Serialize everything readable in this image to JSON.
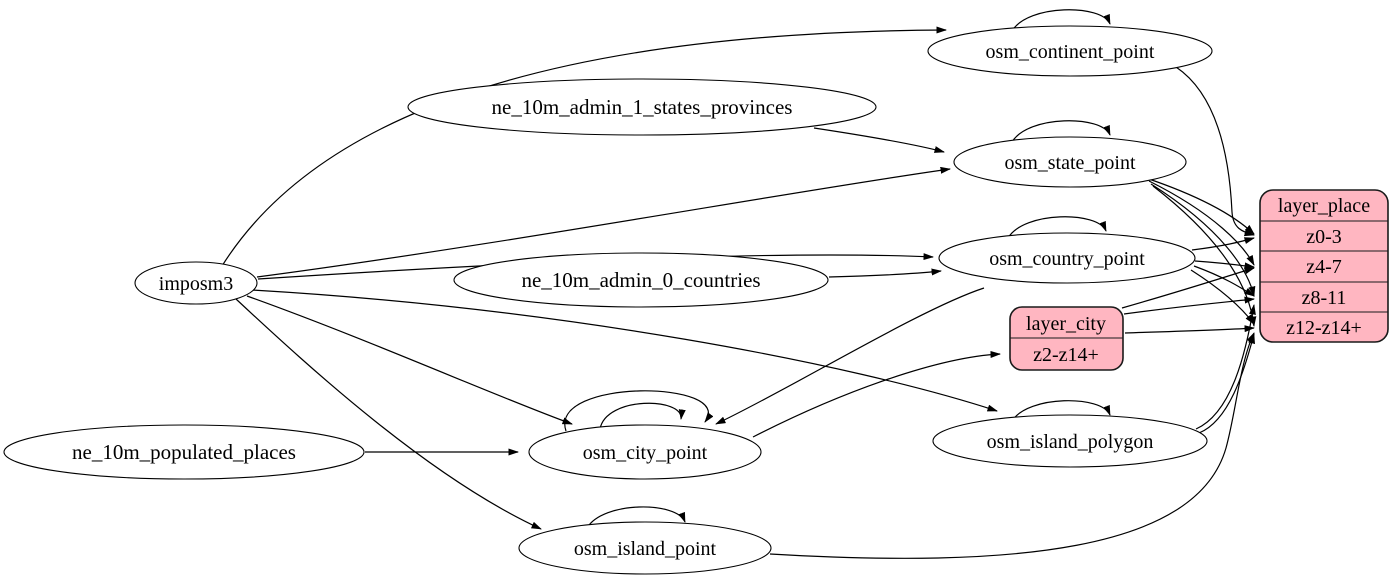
{
  "colors": {
    "record_fill": "#ffb6c1",
    "node_fill": "#ffffff",
    "stroke": "#000000"
  },
  "nodes": {
    "imposm3": "imposm3",
    "ne_10m_admin_1_states_provinces": "ne_10m_admin_1_states_provinces",
    "ne_10m_admin_0_countries": "ne_10m_admin_0_countries",
    "ne_10m_populated_places": "ne_10m_populated_places",
    "osm_continent_point": "osm_continent_point",
    "osm_state_point": "osm_state_point",
    "osm_country_point": "osm_country_point",
    "osm_city_point": "osm_city_point",
    "osm_island_polygon": "osm_island_polygon",
    "osm_island_point": "osm_island_point"
  },
  "records": {
    "layer_city": {
      "title": "layer_city",
      "rows": [
        "z2-z14+"
      ]
    },
    "layer_place": {
      "title": "layer_place",
      "rows": [
        "z0-3",
        "z4-7",
        "z8-11",
        "z12-z14+"
      ]
    }
  },
  "edges": [
    {
      "from": "imposm3",
      "to": "osm_continent_point"
    },
    {
      "from": "imposm3",
      "to": "osm_state_point"
    },
    {
      "from": "imposm3",
      "to": "osm_country_point"
    },
    {
      "from": "imposm3",
      "to": "osm_city_point"
    },
    {
      "from": "imposm3",
      "to": "osm_island_polygon"
    },
    {
      "from": "imposm3",
      "to": "osm_island_point"
    },
    {
      "from": "ne_10m_admin_1_states_provinces",
      "to": "osm_state_point"
    },
    {
      "from": "ne_10m_admin_0_countries",
      "to": "osm_country_point"
    },
    {
      "from": "ne_10m_populated_places",
      "to": "osm_city_point"
    },
    {
      "from": "osm_continent_point",
      "to": "osm_continent_point"
    },
    {
      "from": "osm_state_point",
      "to": "osm_state_point"
    },
    {
      "from": "osm_country_point",
      "to": "osm_country_point"
    },
    {
      "from": "osm_city_point",
      "to": "osm_city_point"
    },
    {
      "from": "osm_city_point",
      "to": "osm_city_point"
    },
    {
      "from": "osm_island_polygon",
      "to": "osm_island_polygon"
    },
    {
      "from": "osm_island_point",
      "to": "osm_island_point"
    },
    {
      "from": "osm_country_point",
      "to": "osm_city_point"
    },
    {
      "from": "osm_city_point",
      "to": "layer_city.z2-z14+"
    },
    {
      "from": "layer_city",
      "to": "layer_place.z4-7"
    },
    {
      "from": "layer_city",
      "to": "layer_place.z8-11"
    },
    {
      "from": "layer_city",
      "to": "layer_place.z12-z14+"
    },
    {
      "from": "osm_state_point",
      "to": "layer_place.z0-3"
    },
    {
      "from": "osm_state_point",
      "to": "layer_place.z4-7"
    },
    {
      "from": "osm_state_point",
      "to": "layer_place.z8-11"
    },
    {
      "from": "osm_state_point",
      "to": "layer_place.z12-z14+"
    },
    {
      "from": "osm_country_point",
      "to": "layer_place.z0-3"
    },
    {
      "from": "osm_country_point",
      "to": "layer_place.z4-7"
    },
    {
      "from": "osm_country_point",
      "to": "layer_place.z8-11"
    },
    {
      "from": "osm_country_point",
      "to": "layer_place.z12-z14+"
    },
    {
      "from": "osm_continent_point",
      "to": "layer_place.z0-3"
    },
    {
      "from": "osm_island_polygon",
      "to": "layer_place.z8-11"
    },
    {
      "from": "osm_island_polygon",
      "to": "layer_place.z12-z14+"
    },
    {
      "from": "osm_island_point",
      "to": "layer_place.z12-z14+"
    }
  ]
}
